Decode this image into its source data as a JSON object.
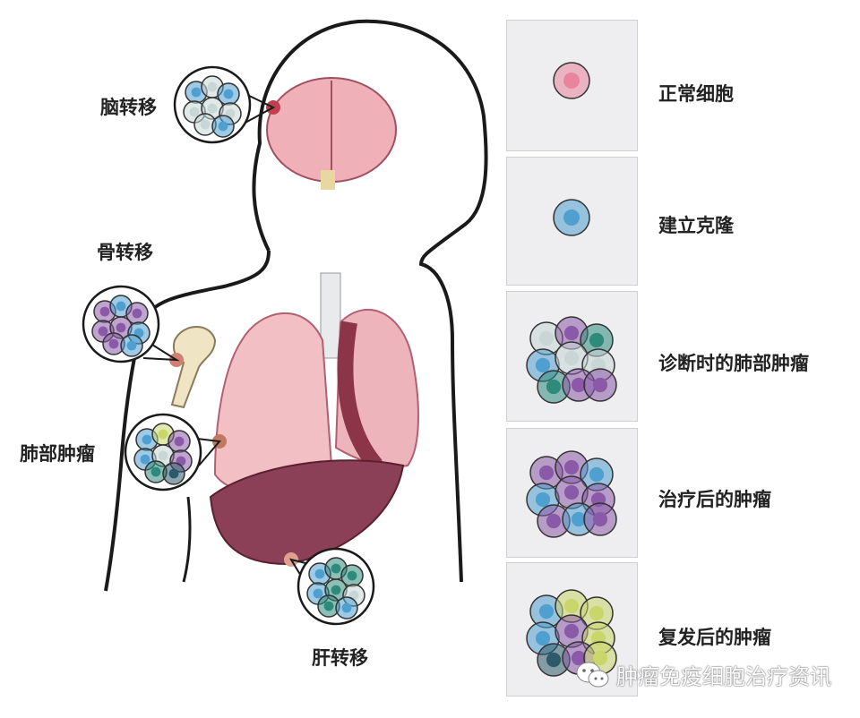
{
  "left_labels": {
    "brain": "脑转移",
    "bone": "骨转移",
    "lung": "肺部肿瘤",
    "liver": "肝转移"
  },
  "stages": [
    {
      "label": "正常细胞"
    },
    {
      "label": "建立克隆"
    },
    {
      "label": "诊断时的肺部肿瘤"
    },
    {
      "label": "治疗后的肿瘤"
    },
    {
      "label": "复发后的肿瘤"
    }
  ],
  "watermark": {
    "icon": "wechat-icon",
    "text": "肿瘤免疫细胞治疗资讯"
  },
  "colors": {
    "normal": "#e8849c",
    "blue": "#4f9fd0",
    "purple": "#8a5aa8",
    "teal": "#2e8a7a",
    "pale": "#c9d6d6",
    "lime": "#c8d66a",
    "dark": "#2d5a6a",
    "organ": "#f0b8bc",
    "organ_dark": "#8c3448",
    "outline": "#1a1a1a"
  }
}
